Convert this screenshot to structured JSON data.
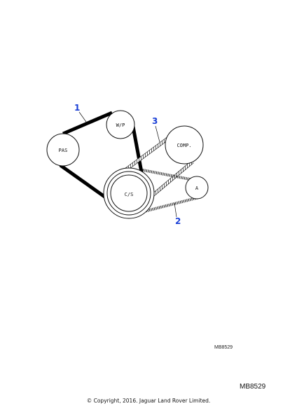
{
  "diagram": {
    "pulleys": {
      "pas": "PAS",
      "wp": "W/P",
      "comp": "COMP.",
      "a": "A",
      "cs": "C/S"
    },
    "callouts": [
      "1",
      "2",
      "3"
    ],
    "callout_color": "#1a3fd6",
    "belt_color": "#000000"
  },
  "reference": {
    "small": "MB8529",
    "large": "MB8529"
  },
  "footer": {
    "copyright": "© Copyright, 2016. Jaguar Land Rover Limited."
  }
}
